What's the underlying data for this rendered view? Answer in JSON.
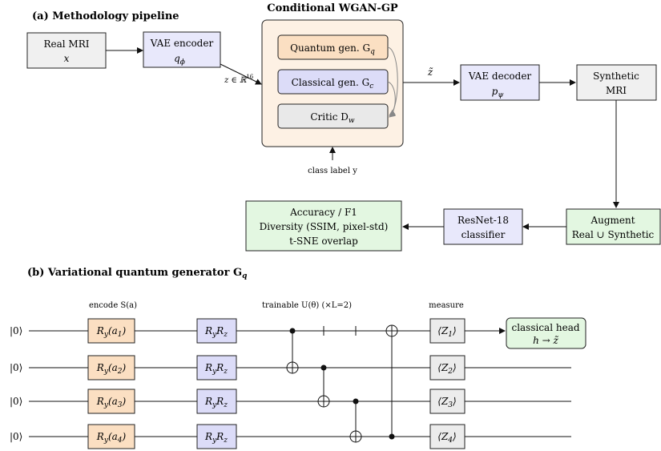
{
  "panel_a": {
    "title": "(a) Methodology pipeline",
    "wgan_title": "Conditional WGAN-GP",
    "real_mri": {
      "line1": "Real MRI",
      "line2": "x"
    },
    "vae_encoder": {
      "line1": "VAE encoder",
      "line2": "q",
      "line2_sub": "ϕ"
    },
    "latent_label": "z ∈ ℝ",
    "latent_sup": "16",
    "quantum_gen": {
      "text": "Quantum gen. G",
      "sub": "q"
    },
    "classical_gen": {
      "text": "Classical gen. G",
      "sub": "c"
    },
    "critic": {
      "text": "Critic D",
      "sub": "w"
    },
    "class_label": "class label y",
    "ztilde_label": "z̃",
    "vae_decoder": {
      "line1": "VAE decoder",
      "line2": "p",
      "line2_sub": "ψ"
    },
    "synthetic_mri": {
      "line1": "Synthetic",
      "line2": "MRI"
    },
    "augment": {
      "line1": "Augment",
      "line2": "Real ∪ Synthetic"
    },
    "resnet": {
      "line1": "ResNet-18",
      "line2": "classifier"
    },
    "metrics": {
      "line1": "Accuracy / F1",
      "line2": "Diversity (SSIM, pixel-std)",
      "line3": "t-SNE overlap"
    }
  },
  "panel_b": {
    "title_prefix": "(b) Variational quantum generator G",
    "title_sub": "q",
    "encode_label": "encode S(a)",
    "trainable_label": "trainable U(θ) (×L=2)",
    "measure_label": "measure",
    "qubits": [
      "|0⟩",
      "|0⟩",
      "|0⟩",
      "|0⟩"
    ],
    "encode_gates": [
      {
        "main": "R",
        "sub": "y",
        "arg": "(a",
        "argsub": "1",
        "close": ")"
      },
      {
        "main": "R",
        "sub": "y",
        "arg": "(a",
        "argsub": "2",
        "close": ")"
      },
      {
        "main": "R",
        "sub": "y",
        "arg": "(a",
        "argsub": "3",
        "close": ")"
      },
      {
        "main": "R",
        "sub": "y",
        "arg": "(a",
        "argsub": "4",
        "close": ")"
      }
    ],
    "rot_gate": {
      "r1": "R",
      "s1": "y",
      "r2": "R",
      "s2": "z"
    },
    "measurements": [
      {
        "open": "⟨Z",
        "sub": "1",
        "close": "⟩"
      },
      {
        "open": "⟨Z",
        "sub": "2",
        "close": "⟩"
      },
      {
        "open": "⟨Z",
        "sub": "3",
        "close": "⟩"
      },
      {
        "open": "⟨Z",
        "sub": "4",
        "close": "⟩"
      }
    ],
    "head": {
      "line1": "classical head",
      "line2": "h → z̃"
    }
  }
}
